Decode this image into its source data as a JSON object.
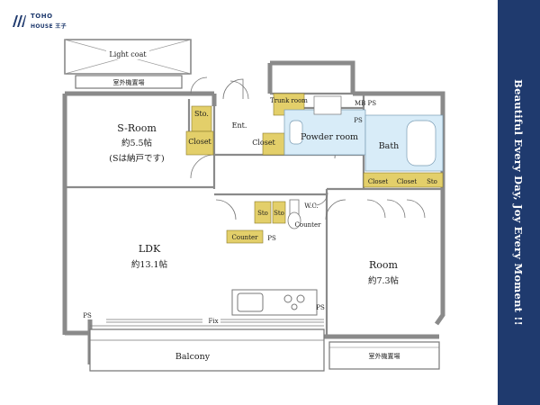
{
  "brand": {
    "name_line1": "TOHO",
    "name_line2": "HOUSE 王子",
    "banner": "Beautiful  Every Day, Joy Every Moment !!",
    "banner_color": "#1f3a6e",
    "accent_color": "#e3cf6a"
  },
  "plan": {
    "light_coat": "Light coat",
    "outdoor_unit_top": "室外機置場",
    "s_room": {
      "name": "S-Room",
      "size": "約5.5帖",
      "note": "(Sは納戸です)"
    },
    "sto_1": "Sto.",
    "closet_1": "Closet",
    "entrance": "Ent.",
    "closet_2": "Closet",
    "trunk_room": "Trunk room",
    "mb_ps": "MB PS",
    "ps_1": "PS",
    "powder_room": "Powder room",
    "bath": "Bath",
    "closet_3": "Closet",
    "closet_4": "Closet",
    "sto_2": "Sto",
    "sto_3": "Sto",
    "sto_4": "Sto",
    "wc": "W.C.",
    "counter_1": "Counter",
    "counter_2": "Counter",
    "ps_2": "PS",
    "ldk": {
      "name": "LDK",
      "size": "約13.1帖"
    },
    "room": {
      "name": "Room",
      "size": "約7.3帖"
    },
    "ps_3": "PS",
    "ps_4": "PS",
    "fix": "Fix",
    "balcony": "Balcony",
    "outdoor_unit_bottom": "室外機置場"
  }
}
